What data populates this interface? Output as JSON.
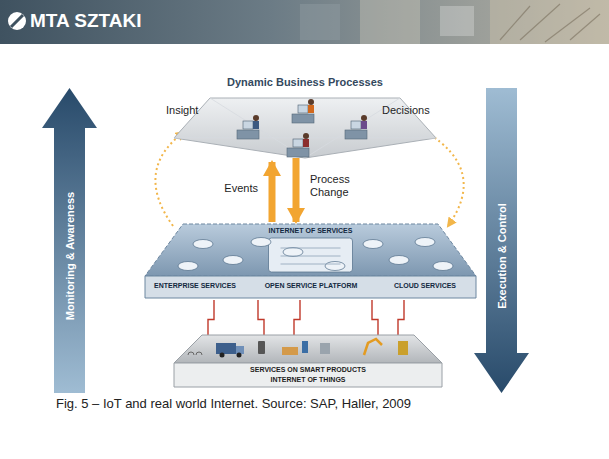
{
  "diagram": {
    "caption": "Fig. 5 – IoT and real world Internet. Source: SAP, Haller, 2009",
    "nodes": [
      {
        "text": [
          "Dynamic Business Processes",
          "Insight",
          "Decisions"
        ]
      },
      {
        "text": [
          "INTERNET OF SERVICES",
          "ENTERPRISE SERVICES",
          "OPEN SERVICE PLATFORM",
          "CLOUD SERVICES"
        ]
      },
      {
        "text": [
          "SERVICES ON SMART PRODUCTS",
          "INTERNET OF THINGS"
        ]
      },
      {
        "text": [
          "Monitoring & Awareness"
        ]
      },
      {
        "text": [
          "Execution & Control"
        ]
      }
    ],
    "edges": [
      {
        "from": 1,
        "to": 0,
        "arrow": "to",
        "label": "Events"
      },
      {
        "from": 0,
        "to": 1,
        "arrow": "to",
        "label": "Process Change"
      },
      {
        "from": 2,
        "to": 1,
        "arrow": "none"
      },
      {
        "from": 2,
        "to": 1,
        "arrow": "none"
      },
      {
        "from": 2,
        "to": 1,
        "arrow": "none"
      },
      {
        "from": 2,
        "to": 1,
        "arrow": "none"
      },
      {
        "from": 2,
        "to": 1,
        "arrow": "none"
      },
      {
        "from": 1,
        "to": 0,
        "arrow": "to"
      },
      {
        "from": 0,
        "to": 1,
        "arrow": "to"
      }
    ],
    "labels": [
      "MTA SZTAKI"
    ]
  }
}
